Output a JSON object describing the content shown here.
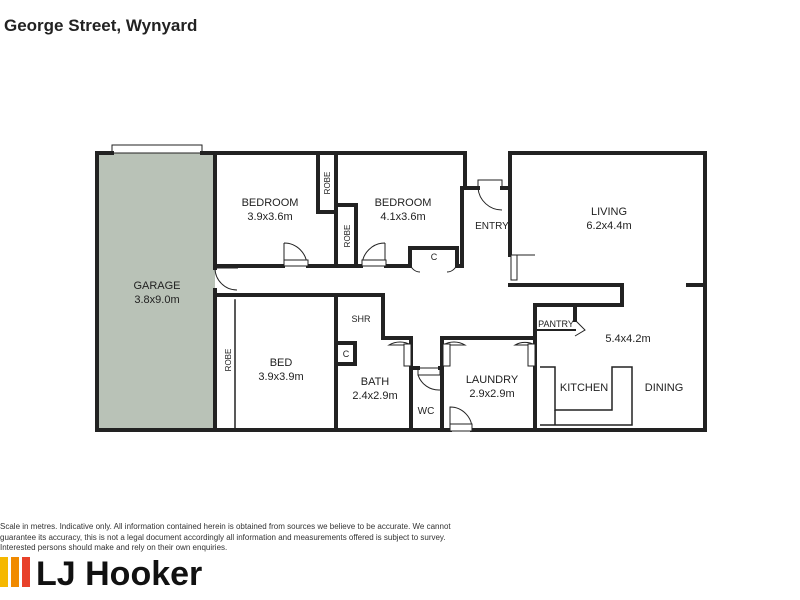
{
  "header": {
    "address": "George Street, Wynyard"
  },
  "rooms": [
    {
      "id": "garage",
      "name": "GARAGE",
      "size": "3.8x9.0m"
    },
    {
      "id": "bedroom-1",
      "name": "BEDROOM",
      "size": "3.9x3.6m"
    },
    {
      "id": "bedroom-2",
      "name": "BEDROOM",
      "size": "4.1x3.6m"
    },
    {
      "id": "bed",
      "name": "BED",
      "size": "3.9x3.9m"
    },
    {
      "id": "bath",
      "name": "BATH",
      "size": "2.4x2.9m"
    },
    {
      "id": "laundry",
      "name": "LAUNDRY",
      "size": "2.9x2.9m"
    },
    {
      "id": "living",
      "name": "LIVING",
      "size": "6.2x4.4m"
    },
    {
      "id": "kitchen-dining",
      "name": "",
      "size": "5.4x4.2m"
    }
  ],
  "labels": {
    "robe": "ROBE",
    "entry": "ENTRY",
    "closet": "C",
    "shower": "SHR",
    "wc": "WC",
    "pantry": "PANTRY",
    "kitchen": "KITCHEN",
    "dining": "DINING"
  },
  "disclaimer": [
    "Scale in metres. Indicative only. All information contained herein is obtained from sources we believe to be accurate. We cannot",
    "guarantee its accuracy, this is not a legal document accordingly all information and measurements offered is subject to survey.",
    "Interested persons should make and rely on their own enquiries."
  ],
  "brand": {
    "name": "LJ Hooker",
    "stripe_colors": [
      "#f5b800",
      "#f08a00",
      "#e8412a"
    ]
  },
  "colors": {
    "garage_fill": "#b9c2b7",
    "wall": "#222222"
  }
}
